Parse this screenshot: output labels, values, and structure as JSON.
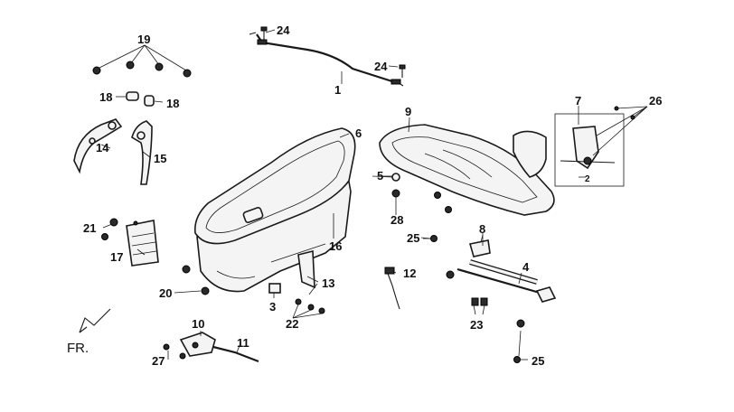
{
  "callouts": {
    "n1": "1",
    "n2": "2",
    "n3": "3",
    "n4": "4",
    "n5": "5",
    "n6": "6",
    "n7": "7",
    "n8": "8",
    "n9": "9",
    "n10": "10",
    "n11": "11",
    "n12": "12",
    "n13": "13",
    "n14": "14",
    "n15": "15",
    "n16": "16",
    "n17": "17",
    "n18a": "18",
    "n18b": "18",
    "n19": "19",
    "n20": "20",
    "n21": "21",
    "n22": "22",
    "n23": "23",
    "n24a": "24",
    "n24b": "24",
    "n25a": "25",
    "n25b": "25",
    "n26": "26",
    "n27": "27",
    "n28": "28"
  },
  "direction_label": "FR.",
  "colors": {
    "line": "#1a1a1a",
    "background": "#ffffff"
  }
}
